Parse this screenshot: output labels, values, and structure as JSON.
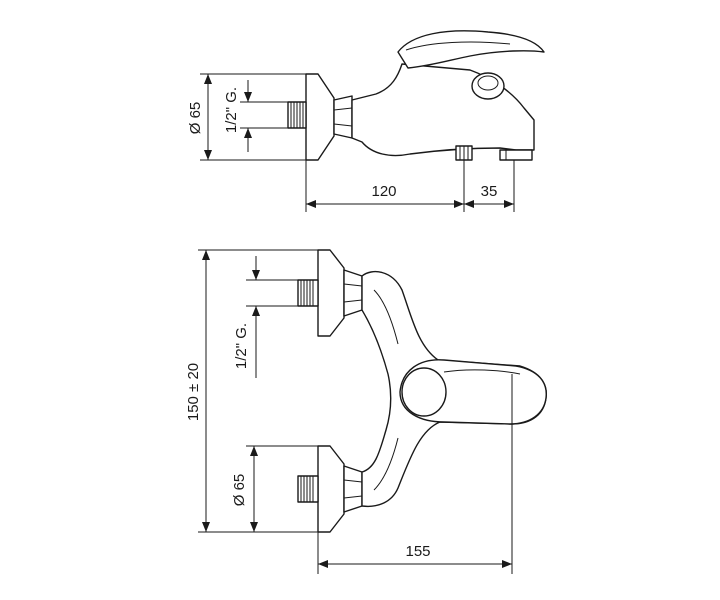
{
  "side_view": {
    "diameter_label": "Ø 65",
    "thread_label": "1/2\" G.",
    "dim_a": "120",
    "dim_b": "35"
  },
  "top_view": {
    "thread_label": "1/2\" G.",
    "height_label": "150 ± 20",
    "diameter_label": "Ø 65",
    "width_label": "155"
  }
}
